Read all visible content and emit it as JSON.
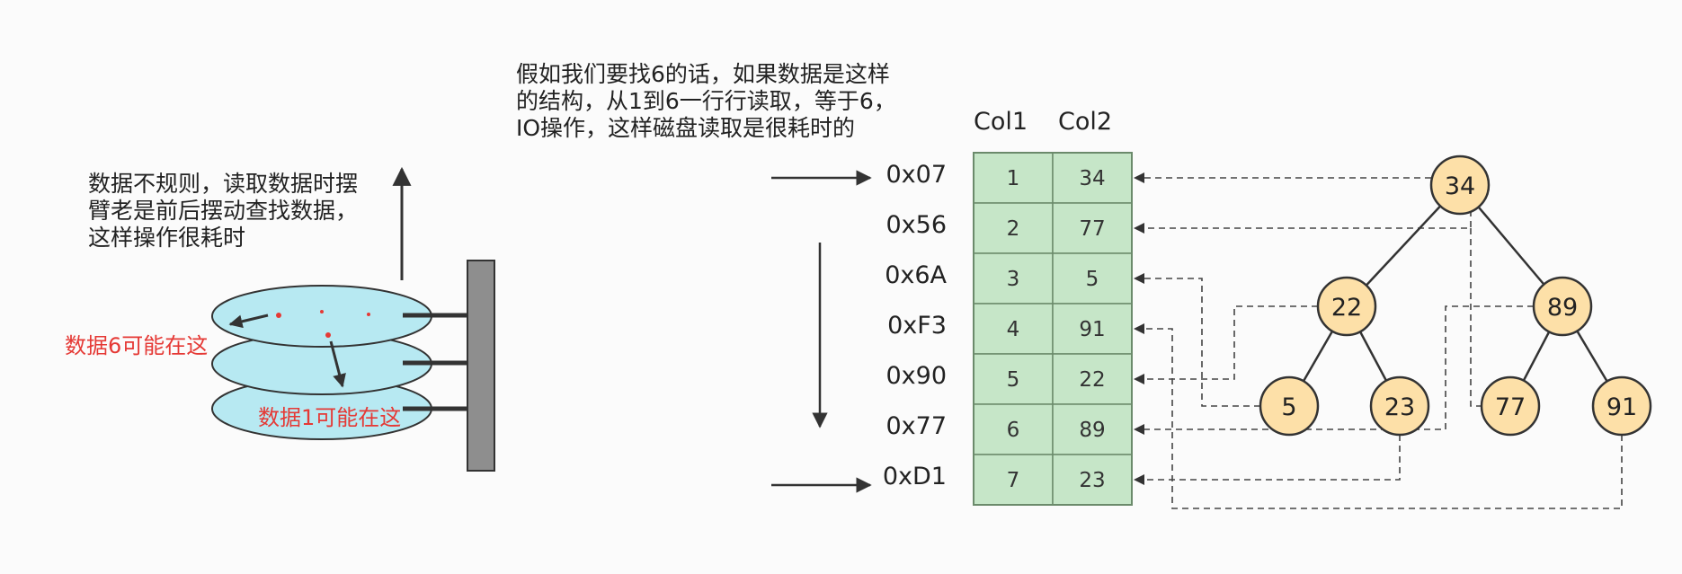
{
  "disk_note": [
    "数据不规则，读取数据时摆",
    "臂老是前后摆动查找数据，",
    "这样操作很耗时"
  ],
  "disk_labels": {
    "data6": "数据6可能在这",
    "data1": "数据1可能在这"
  },
  "table_note": [
    "假如我们要找6的话，如果数据是这样",
    "的结构，从1到6一行行读取，等于6，",
    "IO操作，这样磁盘读取是很耗时的"
  ],
  "table": {
    "headers": [
      "Col1",
      "Col2"
    ],
    "rows": [
      {
        "addr": "0x07",
        "col1": "1",
        "col2": "34"
      },
      {
        "addr": "0x56",
        "col1": "2",
        "col2": "77"
      },
      {
        "addr": "0x6A",
        "col1": "3",
        "col2": "5"
      },
      {
        "addr": "0xF3",
        "col1": "4",
        "col2": "91"
      },
      {
        "addr": "0x90",
        "col1": "5",
        "col2": "22"
      },
      {
        "addr": "0x77",
        "col1": "6",
        "col2": "89"
      },
      {
        "addr": "0xD1",
        "col1": "7",
        "col2": "23"
      }
    ]
  },
  "tree": {
    "root": "34",
    "level1": [
      "22",
      "89"
    ],
    "level2": [
      "5",
      "23",
      "77",
      "91"
    ]
  },
  "colors": {
    "cell_fill": "#c6e6c8",
    "cell_border": "#6b8a6b",
    "node_fill": "#fde0a8",
    "platter_fill": "#b7e9f2",
    "arm": "#8e8e8e",
    "red": "#e53935"
  }
}
